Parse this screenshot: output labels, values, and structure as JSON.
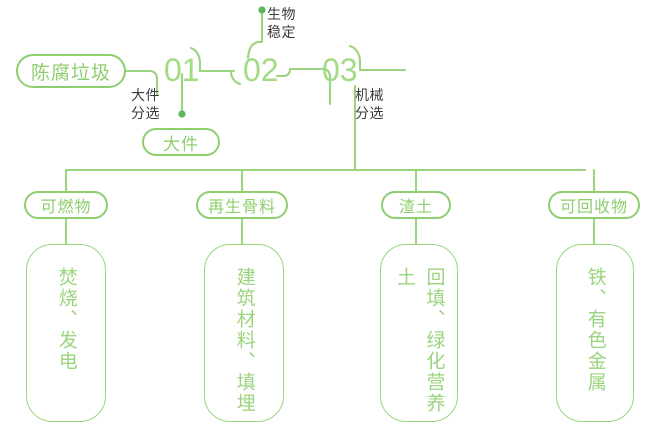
{
  "theme": {
    "line_color": "#9bd47f",
    "pill_border": "#8ece6e",
    "pill_text": "#8ece6e",
    "stage_number_color": "#a3da84",
    "annotation_text": "#3c3c3c",
    "dot_color": "#5cb85c",
    "background": "#ffffff"
  },
  "root": {
    "label": "陈腐垃圾"
  },
  "stages": [
    {
      "number": "01",
      "annotation": "大件\n分选",
      "branch_label": "大件",
      "branch_dot": true
    },
    {
      "number": "02",
      "annotation": "生物\n稳定",
      "branch_label": "",
      "branch_dot": true
    },
    {
      "number": "03",
      "annotation": "机械\n分选",
      "branch_label": "",
      "branch_dot": false
    }
  ],
  "outputs": [
    {
      "category": "可燃物",
      "result": "焚烧、发电"
    },
    {
      "category": "再生骨料",
      "result": "建筑材料、填埋"
    },
    {
      "category": "渣土",
      "result": "回填、绿化营养土"
    },
    {
      "category": "可回收物",
      "result": "铁、有色金属"
    }
  ]
}
